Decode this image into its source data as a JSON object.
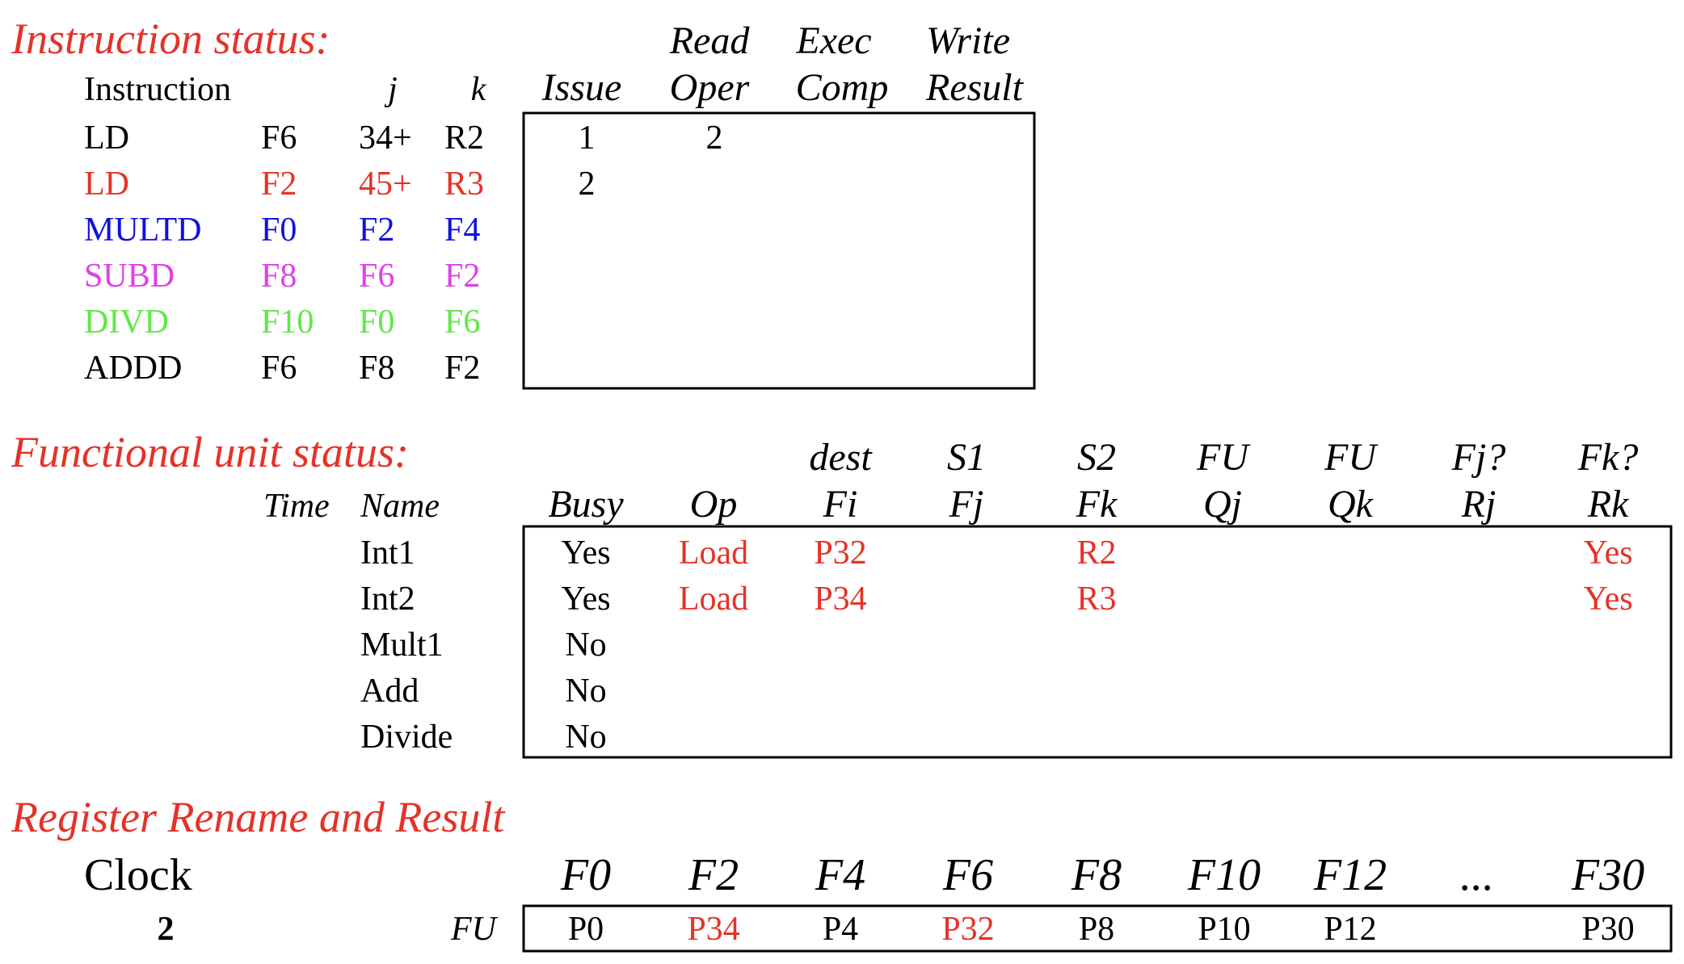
{
  "colors": {
    "title": "#e53228",
    "black": "#000000",
    "red": "#e53228",
    "blue": "#1010e0",
    "magenta": "#e040e8",
    "green": "#60e848"
  },
  "instruction_status": {
    "title": "Instruction status:",
    "headers": {
      "instruction": "Instruction",
      "j": "j",
      "k": "k",
      "issue": "Issue",
      "read_top": "Read",
      "read_bottom": "Oper",
      "exec_top": "Exec",
      "exec_bottom": "Comp",
      "write_top": "Write",
      "write_bottom": "Result"
    },
    "rows": [
      {
        "op": "LD",
        "dest": "F6",
        "j": "34+",
        "k": "R2",
        "issue": "1",
        "read": "2",
        "exec": "",
        "write": "",
        "color": "black"
      },
      {
        "op": "LD",
        "dest": "F2",
        "j": "45+",
        "k": "R3",
        "issue": "2",
        "read": "",
        "exec": "",
        "write": "",
        "color": "red"
      },
      {
        "op": "MULTD",
        "dest": "F0",
        "j": "F2",
        "k": "F4",
        "issue": "",
        "read": "",
        "exec": "",
        "write": "",
        "color": "blue"
      },
      {
        "op": "SUBD",
        "dest": "F8",
        "j": "F6",
        "k": "F2",
        "issue": "",
        "read": "",
        "exec": "",
        "write": "",
        "color": "magenta"
      },
      {
        "op": "DIVD",
        "dest": "F10",
        "j": "F0",
        "k": "F6",
        "issue": "",
        "read": "",
        "exec": "",
        "write": "",
        "color": "green"
      },
      {
        "op": "ADDD",
        "dest": "F6",
        "j": "F8",
        "k": "F2",
        "issue": "",
        "read": "",
        "exec": "",
        "write": "",
        "color": "black"
      }
    ]
  },
  "functional_unit_status": {
    "title": "Functional unit status:",
    "headers_top": [
      "",
      "",
      "dest",
      "S1",
      "S2",
      "FU",
      "FU",
      "Fj?",
      "Fk?"
    ],
    "headers_bottom": [
      "Busy",
      "Op",
      "Fi",
      "Fj",
      "Fk",
      "Qj",
      "Qk",
      "Rj",
      "Rk"
    ],
    "time_label": "Time",
    "name_label": "Name",
    "rows": [
      {
        "name": "Int1",
        "busy": "Yes",
        "op": "Load",
        "fi": "P32",
        "fj": "",
        "fk": "R2",
        "qj": "",
        "qk": "",
        "rj": "",
        "rk": "Yes"
      },
      {
        "name": "Int2",
        "busy": "Yes",
        "op": "Load",
        "fi": "P34",
        "fj": "",
        "fk": "R3",
        "qj": "",
        "qk": "",
        "rj": "",
        "rk": "Yes"
      },
      {
        "name": "Mult1",
        "busy": "No",
        "op": "",
        "fi": "",
        "fj": "",
        "fk": "",
        "qj": "",
        "qk": "",
        "rj": "",
        "rk": ""
      },
      {
        "name": "Add",
        "busy": "No",
        "op": "",
        "fi": "",
        "fj": "",
        "fk": "",
        "qj": "",
        "qk": "",
        "rj": "",
        "rk": ""
      },
      {
        "name": "Divide",
        "busy": "No",
        "op": "",
        "fi": "",
        "fj": "",
        "fk": "",
        "qj": "",
        "qk": "",
        "rj": "",
        "rk": ""
      }
    ]
  },
  "register_rename": {
    "title": "Register Rename and Result",
    "clock_label": "Clock",
    "clock_value": "2",
    "fu_label": "FU",
    "registers": [
      "F0",
      "F2",
      "F4",
      "F6",
      "F8",
      "F10",
      "F12",
      "...",
      "F30"
    ],
    "values": [
      {
        "text": "P0",
        "color": "black"
      },
      {
        "text": "P34",
        "color": "red"
      },
      {
        "text": "P4",
        "color": "black"
      },
      {
        "text": "P32",
        "color": "red"
      },
      {
        "text": "P8",
        "color": "black"
      },
      {
        "text": "P10",
        "color": "black"
      },
      {
        "text": "P12",
        "color": "black"
      },
      {
        "text": "",
        "color": "black"
      },
      {
        "text": "P30",
        "color": "black"
      }
    ]
  }
}
